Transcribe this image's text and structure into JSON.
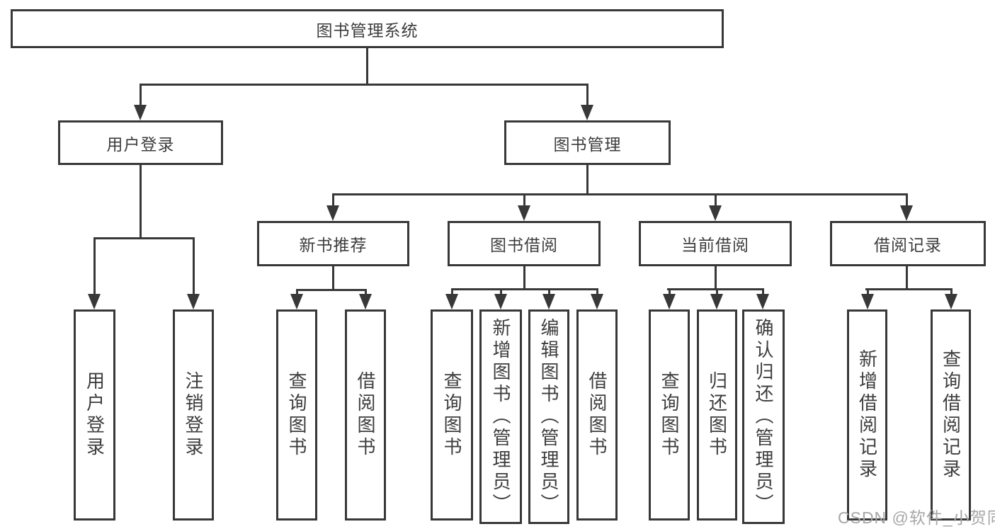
{
  "colors": {
    "line": "#383838",
    "text": "#3d3d3d",
    "watermark": "#a6a6a6",
    "background": "#ffffff"
  },
  "tree": {
    "root": {
      "label": "图书管理系统"
    },
    "branches": [
      {
        "label": "用户登录",
        "children": [
          {
            "label": "用户登录"
          },
          {
            "label": "注销登录"
          }
        ]
      },
      {
        "label": "图书管理",
        "children": [
          {
            "label": "新书推荐",
            "children": [
              {
                "label": "查询图书"
              },
              {
                "label": "借阅图书"
              }
            ]
          },
          {
            "label": "图书借阅",
            "children": [
              {
                "label": "查询图书"
              },
              {
                "label": "新增图书（管理员）"
              },
              {
                "label": "编辑图书（管理员）"
              },
              {
                "label": "借阅图书"
              }
            ]
          },
          {
            "label": "当前借阅",
            "children": [
              {
                "label": "查询图书"
              },
              {
                "label": "归还图书"
              },
              {
                "label": "确认归还（管理员）"
              }
            ]
          },
          {
            "label": "借阅记录",
            "children": [
              {
                "label": "新增借阅记录"
              },
              {
                "label": "查询借阅记录"
              }
            ]
          }
        ]
      }
    ]
  },
  "watermark": {
    "text": "CSDN @软件_小贺同学"
  }
}
